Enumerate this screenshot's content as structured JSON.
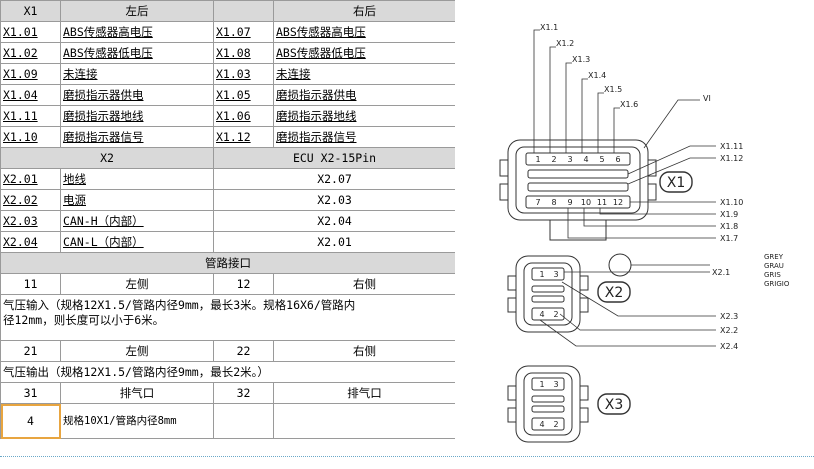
{
  "sheet": {
    "x1": {
      "header": {
        "col1": "X1",
        "col2": "左后",
        "col3": "",
        "col4": "右后"
      },
      "rows": [
        {
          "l_pin": "X1.01",
          "l_desc": "ABS传感器高电压",
          "r_pin": "X1.07",
          "r_desc": "ABS传感器高电压"
        },
        {
          "l_pin": "X1.02",
          "l_desc": "ABS传感器低电压",
          "r_pin": "X1.08",
          "r_desc": "ABS传感器低电压"
        },
        {
          "l_pin": "X1.09",
          "l_desc": "未连接",
          "r_pin": "X1.03",
          "r_desc": "未连接"
        },
        {
          "l_pin": "X1.04",
          "l_desc": "磨损指示器供电",
          "r_pin": "X1.05",
          "r_desc": "磨损指示器供电"
        },
        {
          "l_pin": "X1.11",
          "l_desc": "磨损指示器地线",
          "r_pin": "X1.06",
          "r_desc": "磨损指示器地线"
        },
        {
          "l_pin": "X1.10",
          "l_desc": "磨损指示器信号",
          "r_pin": "X1.12",
          "r_desc": "磨损指示器信号"
        }
      ]
    },
    "x2": {
      "header": {
        "left": "X2",
        "right": "ECU X2-15Pin"
      },
      "rows": [
        {
          "pin": "X2.01",
          "desc": "地线",
          "ecu": "X2.07"
        },
        {
          "pin": "X2.02",
          "desc": "电源",
          "ecu": "X2.03"
        },
        {
          "pin": "X2.03",
          "desc": "CAN-H（内部）",
          "ecu": "X2.04"
        },
        {
          "pin": "X2.04",
          "desc": "CAN-L（内部）",
          "ecu": "X2.01"
        }
      ]
    },
    "piping": {
      "title": "管路接口",
      "row1": {
        "num_a": "11",
        "side_a": "左侧",
        "num_b": "12",
        "side_b": "右侧"
      },
      "note1": "气压输入（规格12X1.5/管路内径9mm，最长3米。规格16X6/管路内径12mm，则长度可以小于6米。",
      "row2": {
        "num_a": "21",
        "side_a": "左侧",
        "num_b": "22",
        "side_b": "右侧"
      },
      "note2": "气压输出（规格12X1.5/管路内径9mm，最长2米。）",
      "row3": {
        "num_a": "31",
        "side_a": "排气口",
        "num_b": "32",
        "side_b": "排气口"
      },
      "row4": {
        "num_a": "4",
        "desc": "规格10X1/管路内径8mm"
      }
    }
  },
  "diagram": {
    "x1": {
      "badge": "X1",
      "top_labels": [
        "X1.1",
        "X1.2",
        "X1.3",
        "X1.4",
        "X1.5",
        "X1.6"
      ],
      "vi_label": "VI",
      "right_labels": [
        "X1.11",
        "X1.12",
        "X1.10",
        "X1.9",
        "X1.8",
        "X1.7"
      ],
      "pin_top": [
        "1",
        "2",
        "3",
        "4",
        "5",
        "6"
      ],
      "pin_bottom": [
        "7",
        "8",
        "9",
        "10",
        "11",
        "12"
      ]
    },
    "x2": {
      "badge": "X2",
      "color_labels": [
        "GREY",
        "GRAU",
        "GRIS",
        "GRIGIO"
      ],
      "labels": [
        "X2.1",
        "X2.3",
        "X2.2",
        "X2.4"
      ],
      "pins": [
        "1",
        "3",
        "4",
        "2"
      ]
    },
    "x3": {
      "badge": "X3",
      "pins": [
        "1",
        "3",
        "4",
        "2"
      ]
    }
  }
}
